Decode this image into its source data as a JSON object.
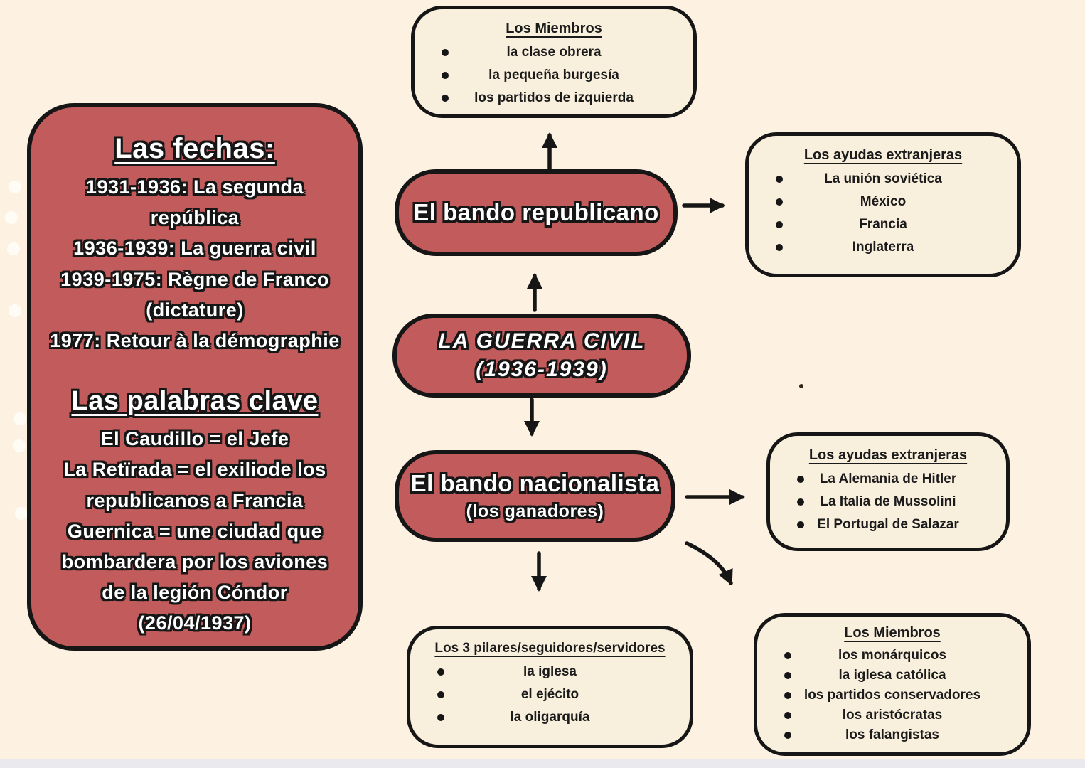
{
  "colors": {
    "background": "#fdf2e2",
    "node_fill": "#c25c5c",
    "box_fill": "#f9efdd",
    "stroke": "#161616",
    "node_text": "#ffffff",
    "box_text": "#1b1b1b"
  },
  "left_panel": {
    "dates_title": "Las fechas:",
    "dates": [
      "1931-1936: La segunda república",
      "1936-1939: La guerra civil",
      "1939-1975: Règne de Franco (dictature)",
      "1977: Retour à la démographie"
    ],
    "keywords_title": "Las palabras clave",
    "keywords": [
      "El Caudillo = el Jefe",
      "La Retïrada = el exiliode los republicanos a Francia",
      "Guernica = une ciudad que bombardera por los aviones de la legión Cóndor (26/04/1937)"
    ]
  },
  "nodes": {
    "civil_war": {
      "line1": "LA GUERRA CIVIL",
      "line2": "(1936-1939)"
    },
    "republican": {
      "title": "El bando republicano"
    },
    "nationalist": {
      "title": "El bando nacionalista",
      "subtitle": "(los ganadores)"
    }
  },
  "boxes": {
    "republican_members": {
      "title": "Los Miembros",
      "items": [
        "la clase obrera",
        "la pequeña burgesía",
        "los partidos de izquierda"
      ]
    },
    "republican_aid": {
      "title": "Los ayudas extranjeras",
      "items": [
        "La unión soviética",
        "México",
        "Francia",
        "Inglaterra"
      ]
    },
    "nationalist_aid": {
      "title": "Los ayudas extranjeras",
      "items": [
        "La Alemania de Hitler",
        "La Italia de Mussolini",
        "El Portugal de Salazar"
      ]
    },
    "nationalist_pillars": {
      "title": "Los 3 pilares/seguidores/servidores",
      "items": [
        "la iglesa",
        "el ejécito",
        "la oligarquía"
      ]
    },
    "nationalist_members": {
      "title": "Los Miembros",
      "items": [
        "los monárquicos",
        "la iglesa católica",
        "los partidos conservadores",
        "los aristócratas",
        "los falangistas"
      ]
    }
  }
}
